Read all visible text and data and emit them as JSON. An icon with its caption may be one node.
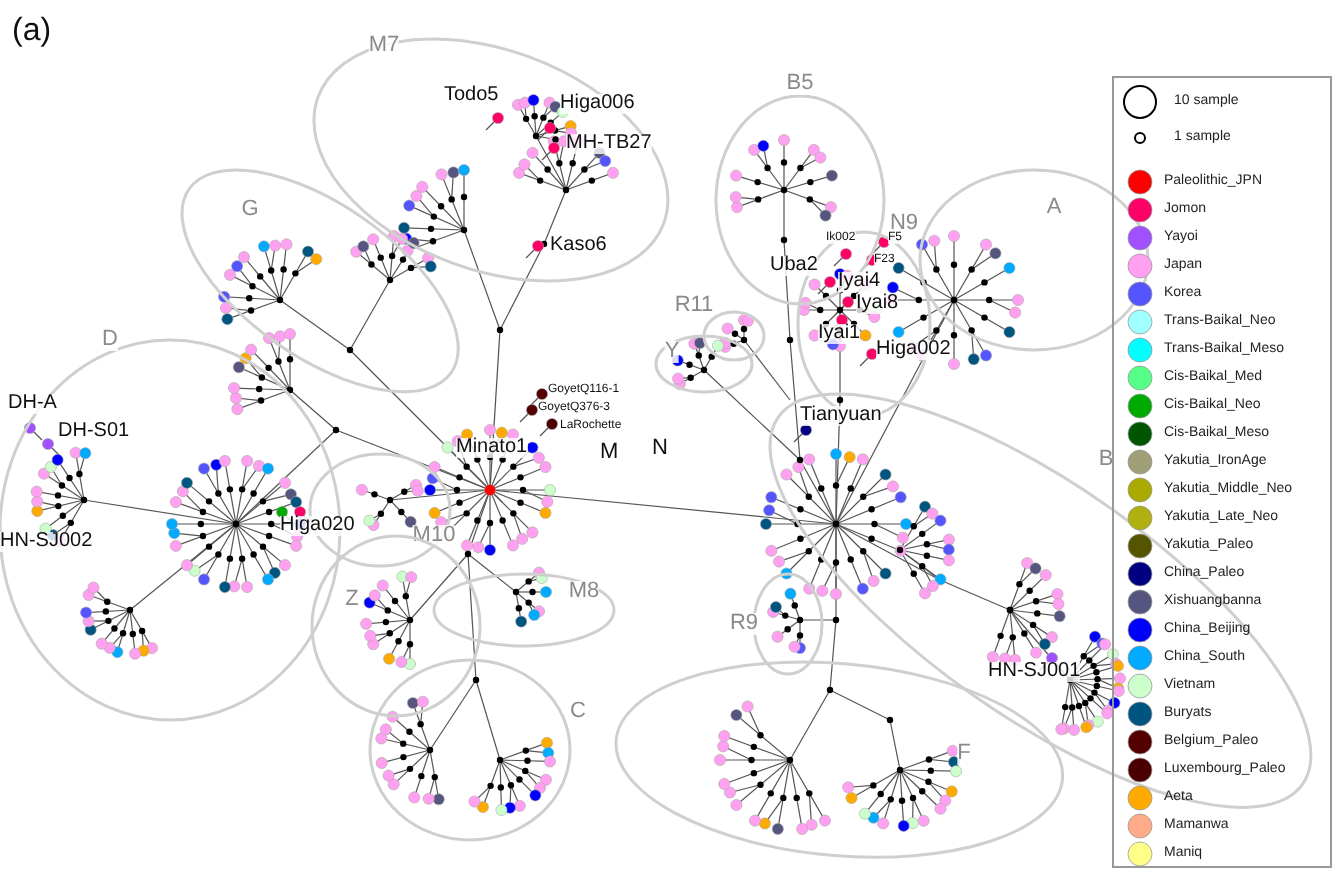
{
  "diagram": {
    "title": "(a)",
    "nodes": [
      {
        "text": [
          "M7"
        ]
      },
      {
        "text": [
          "G"
        ]
      },
      {
        "text": [
          "B5"
        ]
      },
      {
        "text": [
          "N9"
        ]
      },
      {
        "text": [
          "A"
        ]
      },
      {
        "text": [
          "R11"
        ]
      },
      {
        "text": [
          "Y"
        ]
      },
      {
        "text": [
          "D"
        ]
      },
      {
        "text": [
          "B"
        ]
      },
      {
        "text": [
          "M10"
        ]
      },
      {
        "text": [
          "Z"
        ]
      },
      {
        "text": [
          "M8"
        ]
      },
      {
        "text": [
          "R9"
        ]
      },
      {
        "text": [
          "C"
        ]
      },
      {
        "text": [
          "F"
        ]
      }
    ],
    "labels": [
      "Todo5",
      "Higa006",
      "MH-TB27",
      "Kaso6",
      "Uba2",
      "Ik002",
      "F5",
      "F23",
      "Iyai4",
      "Iyai8",
      "Iyai1",
      "Higa002",
      "GoyetQ116-1",
      "GoyetQ376-3",
      "LaRochette",
      "DH-A",
      "DH-S01",
      "Tianyuan",
      "Minato1",
      "M",
      "N",
      "HN-SJ002",
      "Higa020",
      "HN-SJ001"
    ],
    "legend": [
      {
        "text": "10 sample"
      },
      {
        "text": "1 sample"
      },
      {
        "text": "Paleolithic_JPN",
        "color": "#ff0000"
      },
      {
        "text": "Jomon",
        "color": "#ff0066"
      },
      {
        "text": "Yayoi",
        "color": "#a050ff"
      },
      {
        "text": "Japan",
        "color": "#ffa0f0"
      },
      {
        "text": "Korea",
        "color": "#5555ff"
      },
      {
        "text": "Trans-Baikal_Neo",
        "color": "#a0ffff"
      },
      {
        "text": "Trans-Baikal_Meso",
        "color": "#00ffff"
      },
      {
        "text": "Cis-Baikal_Med",
        "color": "#55ff88"
      },
      {
        "text": "Cis-Baikal_Neo",
        "color": "#00aa00"
      },
      {
        "text": "Cis-Baikal_Meso",
        "color": "#005500"
      },
      {
        "text": "Yakutia_IronAge",
        "color": "#a0a078"
      },
      {
        "text": "Yakutia_Middle_Neo",
        "color": "#aaaa00"
      },
      {
        "text": "Yakutia_Late_Neo",
        "color": "#b0b010"
      },
      {
        "text": "Yakutia_Paleo",
        "color": "#555500"
      },
      {
        "text": "China_Paleo",
        "color": "#000080"
      },
      {
        "text": "Xishuangbanna",
        "color": "#555580"
      },
      {
        "text": "China_Beijing",
        "color": "#0000ff"
      },
      {
        "text": "China_South",
        "color": "#00aaff"
      },
      {
        "text": "Vietnam",
        "color": "#ccffcc"
      },
      {
        "text": "Buryats",
        "color": "#005580"
      },
      {
        "text": "Belgium_Paleo",
        "color": "#550000"
      },
      {
        "text": "Luxembourg_Paleo",
        "color": "#4a0000"
      },
      {
        "text": "Aeta",
        "color": "#ffaa00"
      },
      {
        "text": "Mamanwa",
        "color": "#ffaa88"
      },
      {
        "text": "Maniq",
        "color": "#ffff88"
      }
    ]
  }
}
